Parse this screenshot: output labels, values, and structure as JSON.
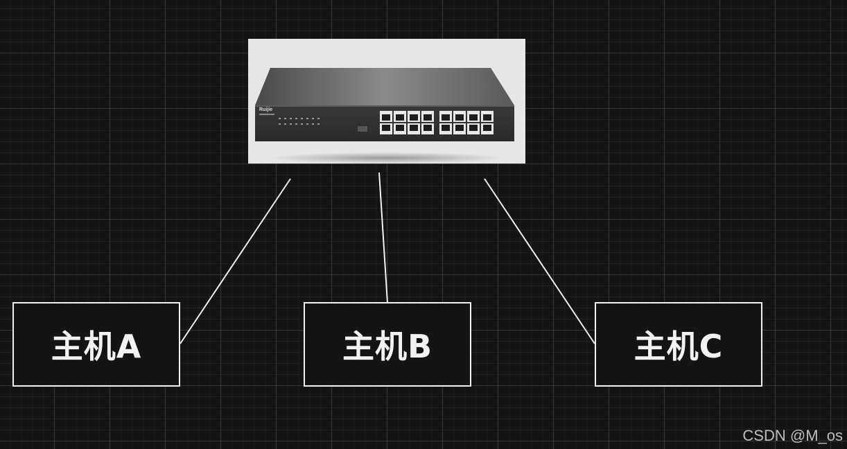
{
  "device": {
    "name": "network-switch",
    "port_count": 16,
    "brand_mark": "Ruijie"
  },
  "hosts": [
    {
      "label": "主机A"
    },
    {
      "label": "主机B"
    },
    {
      "label": "主机C"
    }
  ],
  "watermark": "CSDN @M_os",
  "colors": {
    "background": "#141414",
    "grid": "#3a3a3a",
    "line": "#f2f2f2",
    "text": "#f2f2f2",
    "photo_bg": "#e6e6e6"
  }
}
